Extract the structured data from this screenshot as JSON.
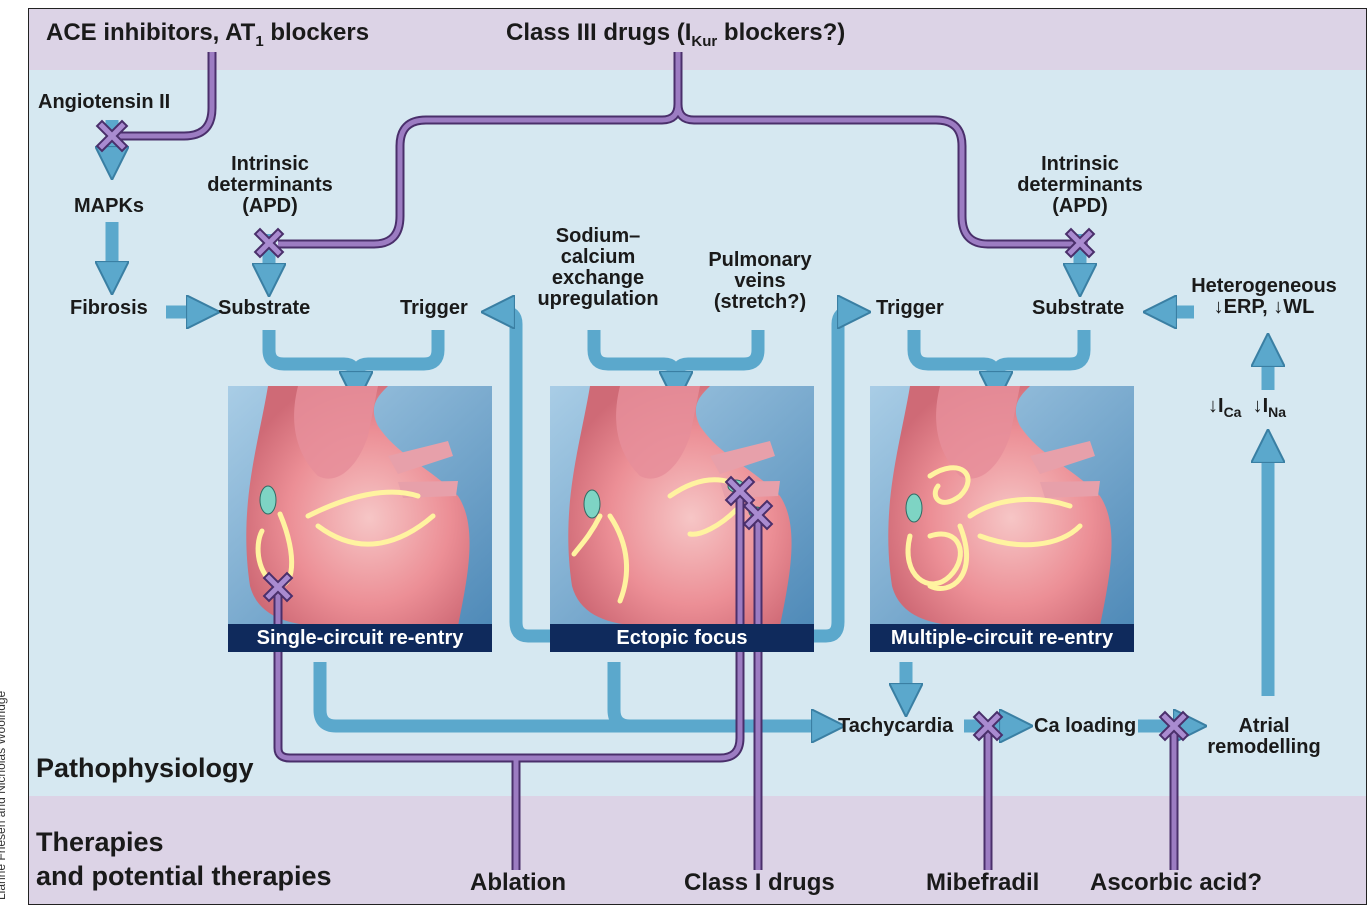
{
  "credit": "Lianne Friesen and Nicholas Woolridge",
  "top": {
    "ace": "ACE inhibitors, AT",
    "ace_sub": "1",
    "ace_tail": " blockers",
    "class3": "Class III drugs (I",
    "class3_sub": "Kur",
    "class3_tail": " blockers?)"
  },
  "left": {
    "angiotensin": "Angiotensin II",
    "mapks": "MAPKs",
    "fibrosis": "Fibrosis",
    "intrinsic_l1": "Intrinsic",
    "intrinsic_l2": "determinants",
    "intrinsic_l3": "(APD)",
    "substrate": "Substrate",
    "trigger": "Trigger"
  },
  "center": {
    "sodium_l1": "Sodium–",
    "sodium_l2": "calcium",
    "sodium_l3": "exchange",
    "sodium_l4": "upregulation",
    "pulm_l1": "Pulmonary",
    "pulm_l2": "veins",
    "pulm_l3": "(stretch?)"
  },
  "right": {
    "trigger": "Trigger",
    "intrinsic_l1": "Intrinsic",
    "intrinsic_l2": "determinants",
    "intrinsic_l3": "(APD)",
    "substrate": "Substrate",
    "hetero_l1": "Heterogeneous",
    "hetero_l2": "↓ERP, ↓WL",
    "ica": "↓I",
    "ica_sub": "Ca",
    "ina": "↓I",
    "ina_sub": "Na"
  },
  "panels": [
    {
      "caption": "Single-circuit re-entry"
    },
    {
      "caption": "Ectopic focus"
    },
    {
      "caption": "Multiple-circuit re-entry"
    }
  ],
  "flow": {
    "tachycardia": "Tachycardia",
    "ca_loading": "Ca loading",
    "atrial_l1": "Atrial",
    "atrial_l2": "remodelling"
  },
  "sections": {
    "patho": "Pathophysiology",
    "therapies_l1": "Therapies",
    "therapies_l2": "and potential therapies"
  },
  "therapies": {
    "ablation": "Ablation",
    "class1": "Class I drugs",
    "mibefradil": "Mibefradil",
    "ascorbic": "Ascorbic acid?"
  },
  "colors": {
    "blue_arrow": "#5ba8cc",
    "purple_line": "#7a5a99",
    "caption_bg": "#0f2a5c",
    "top_band": "#dcd3e6",
    "mid_band": "#d6e8f1"
  }
}
